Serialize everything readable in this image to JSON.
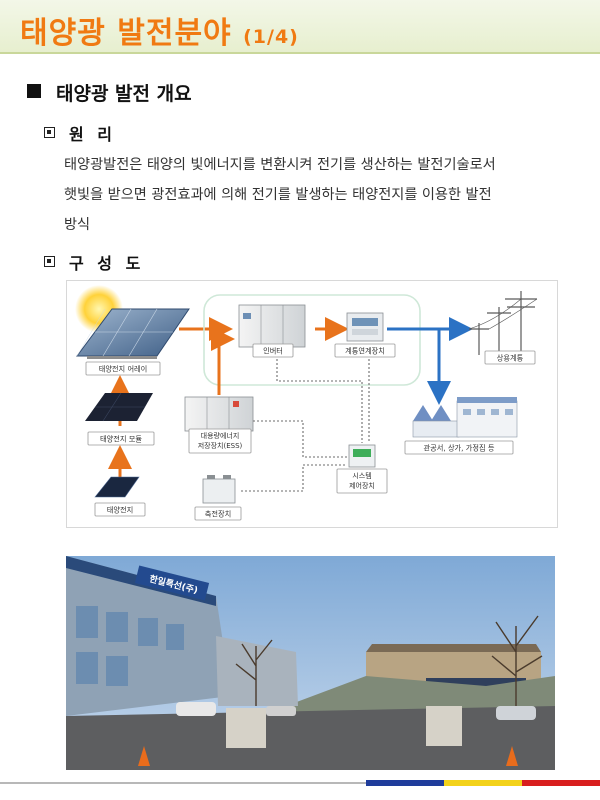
{
  "header": {
    "title": "태양광 발전분야",
    "page": "(1/4)"
  },
  "section": {
    "title": "태양광 발전 개요"
  },
  "principle": {
    "heading": "원 리",
    "lines": [
      "태양광발전은 태양의 빛에너지를 변환시켜 전기를 생산하는 발전기술로서",
      "햇빛을 받으면 광전효과에 의해 전기를 발생하는 태양전지를 이용한 발전",
      "방식"
    ]
  },
  "composition": {
    "heading": "구 성 도",
    "labels": {
      "array": "태양전지 어레이",
      "module": "태양전지 모듈",
      "cell": "태양전지",
      "ess": "대용량에너지\n저장장치(ESS)",
      "battery": "축전장치",
      "inverter": "인버터",
      "grid_device": "계통연계장치",
      "control": "시스템\n제어장치",
      "utility": "상용계통",
      "buildings": "관공서, 상가, 가정집 등"
    }
  },
  "photo": {
    "sign": "한일특선(주)"
  },
  "colors": {
    "title_orange": "#f07a12",
    "arrow_orange": "#e8731c",
    "arrow_blue": "#2b72c4"
  }
}
